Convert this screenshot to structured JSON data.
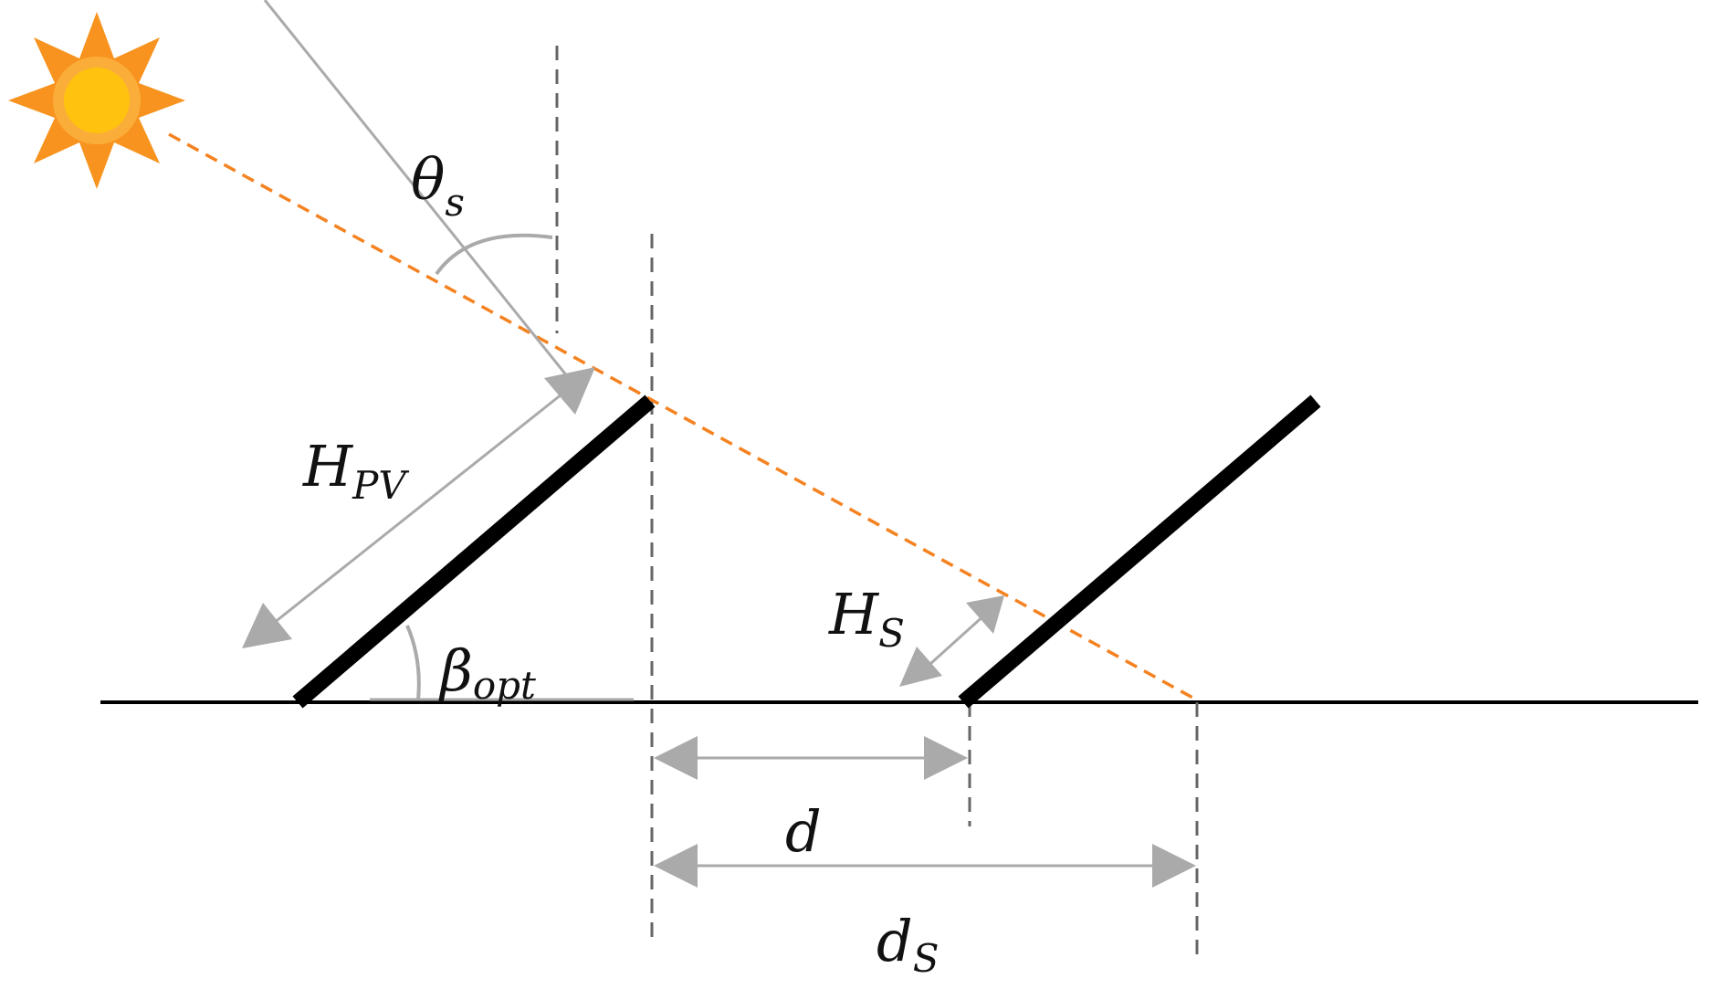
{
  "labels": {
    "theta": {
      "main": "θ",
      "sub": "s"
    },
    "h_pv": {
      "main": "H",
      "sub": "PV"
    },
    "beta": {
      "main": "β",
      "sub": "opt"
    },
    "h_s": {
      "main": "H",
      "sub": "S"
    },
    "d": {
      "main": "d",
      "sub": ""
    },
    "d_s": {
      "main": "d",
      "sub": "S"
    }
  },
  "colors": {
    "panel": "#000000",
    "ground": "#000000",
    "sun_ray": "#f58220",
    "sun_outer": "#f7931e",
    "sun_core": "#ffc20e",
    "guide_dashed": "#666666",
    "dimension": "#aaaaaa"
  },
  "icons": {
    "sun": "sun-icon"
  }
}
